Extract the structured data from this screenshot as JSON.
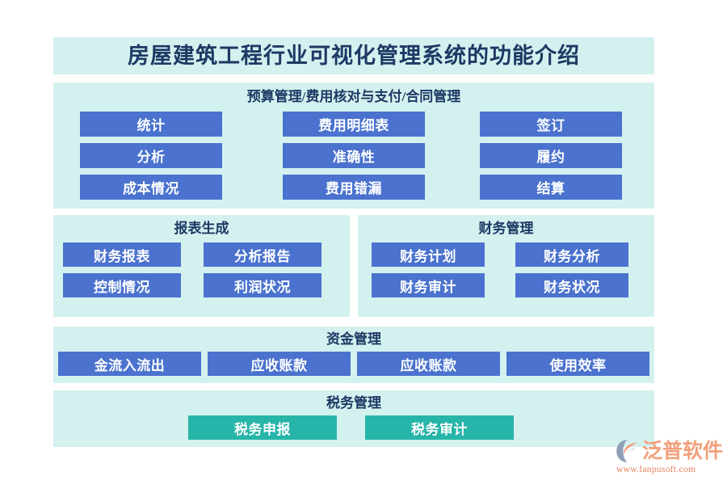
{
  "header": {
    "title": "房屋建筑工程行业可视化管理系统的功能介绍"
  },
  "colors": {
    "panel_bg": "#d3f1ef",
    "button_blue": "#4a72ce",
    "button_green": "#26b5a8",
    "heading_text": "#1f3864",
    "logo_text": "#f2a07b",
    "logo_url": "#e8815a",
    "page_bg": "#ffffff"
  },
  "sections": [
    {
      "id": "budget",
      "header": "预算管理/费用核对与支付/合同管理",
      "columns": [
        {
          "items": [
            "统计",
            "分析",
            "成本情况"
          ]
        },
        {
          "items": [
            "费用明细表",
            "准确性",
            "费用错漏"
          ]
        },
        {
          "items": [
            "签订",
            "履约",
            "结算"
          ]
        }
      ]
    },
    {
      "id": "report",
      "header": "报表生成",
      "items": [
        "财务报表",
        "分析报告",
        "控制情况",
        "利润状况"
      ]
    },
    {
      "id": "finance",
      "header": "财务管理",
      "items": [
        "财务计划",
        "财务分析",
        "财务审计",
        "财务状况"
      ]
    },
    {
      "id": "fund",
      "header": "资金管理",
      "items": [
        "金流入流出",
        "应收账款",
        "应收账款",
        "使用效率"
      ]
    },
    {
      "id": "tax",
      "header": "税务管理",
      "items": [
        "税务申报",
        "税务审计"
      ]
    }
  ],
  "logo": {
    "name": "泛普软件",
    "url": "www.fanpusoft.com",
    "mark": "fanpu-swoosh-icon"
  }
}
